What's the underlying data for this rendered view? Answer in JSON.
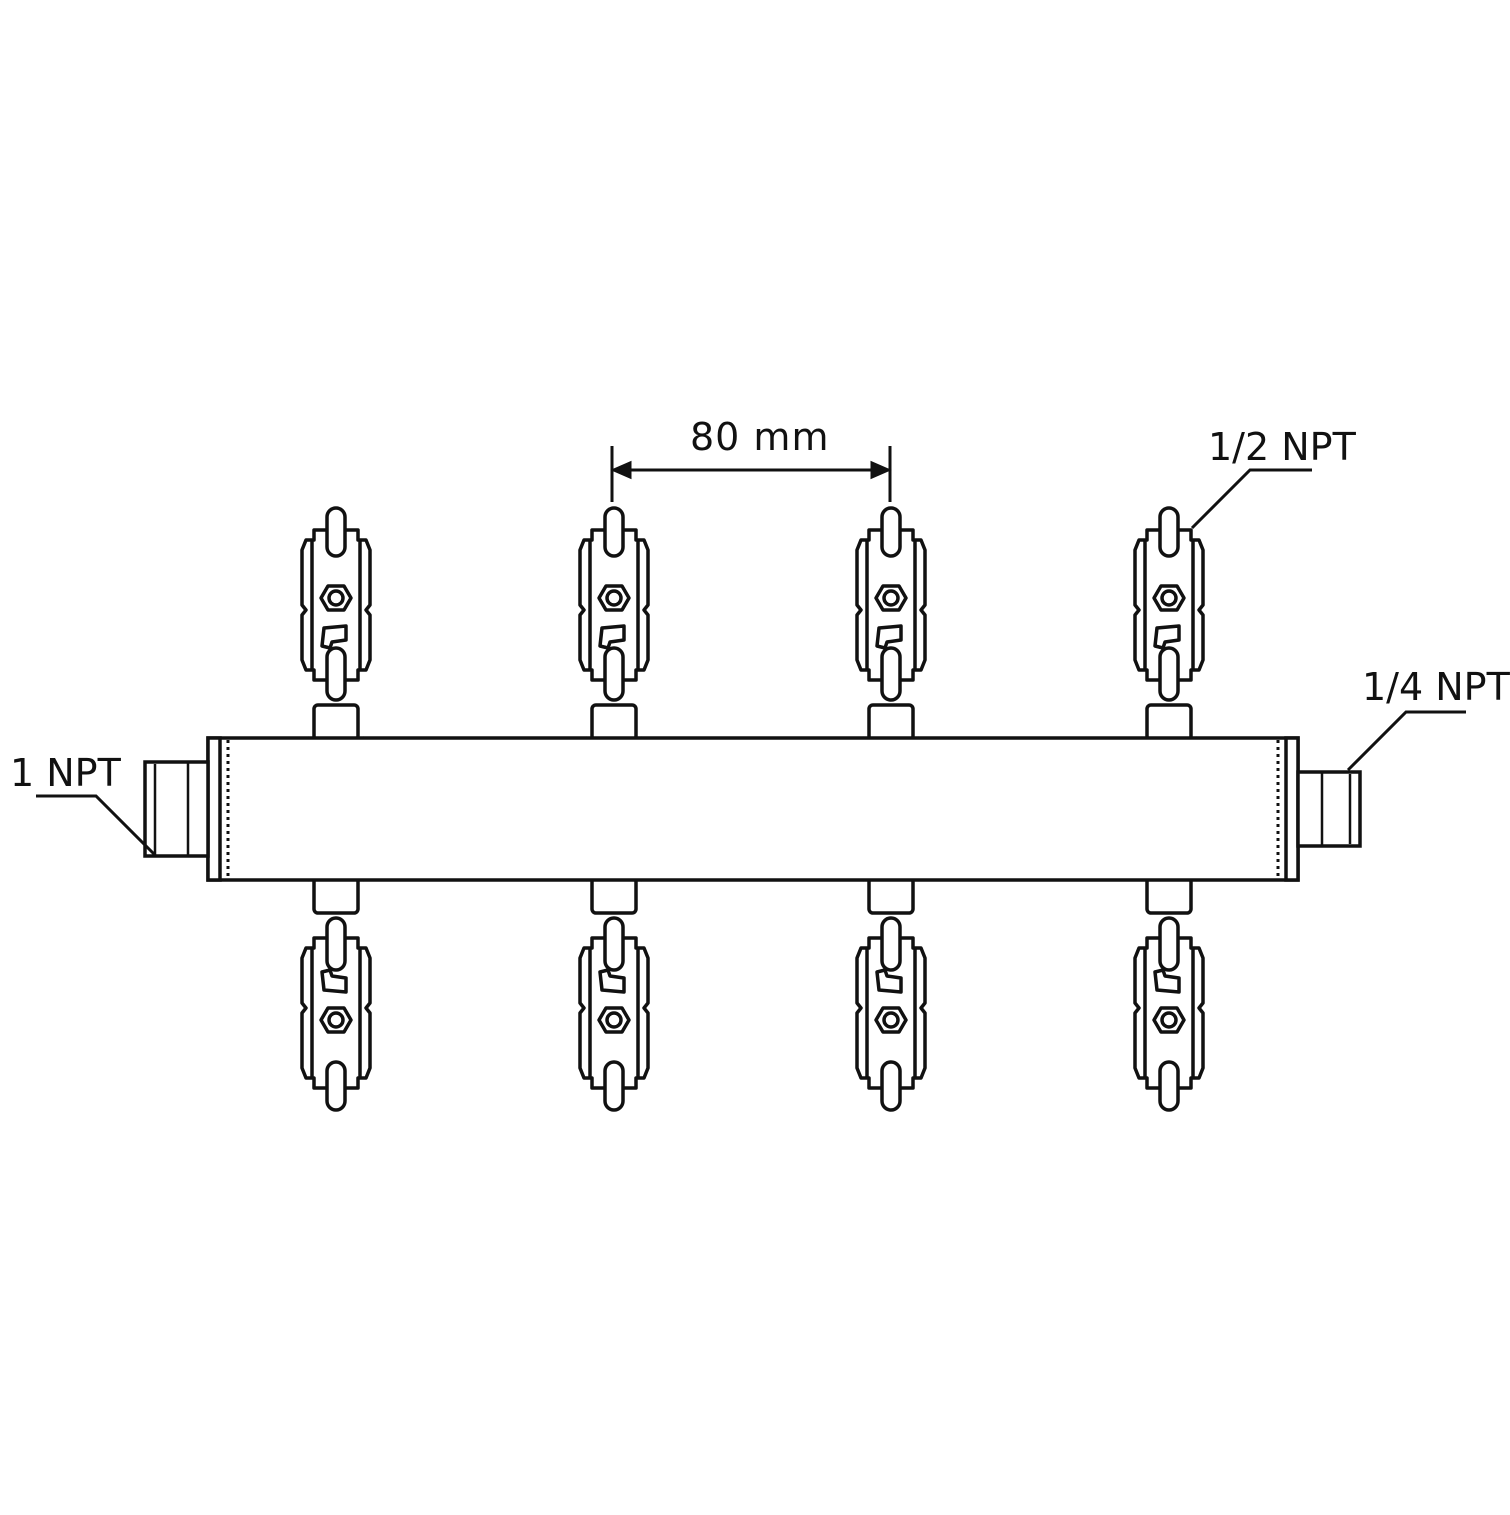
{
  "labels": {
    "spacing": "80 mm",
    "outlet_thread": "1/2 NPT",
    "end_thread": "1/4 NPT",
    "inlet_thread": "1 NPT"
  },
  "valve_count_per_side": 4,
  "line_color": "#111111",
  "fill_color": "#ffffff"
}
